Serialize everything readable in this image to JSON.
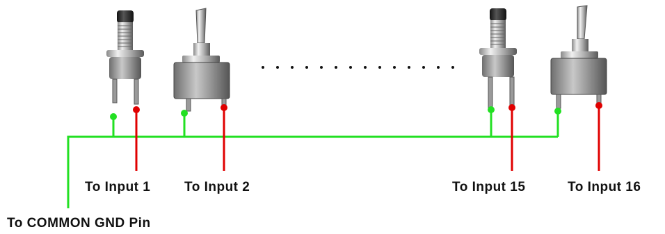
{
  "labels": {
    "input_1": "To Input 1",
    "input_2": "To Input 2",
    "input_15": "To Input 15",
    "input_16": "To Input 16",
    "common_gnd": "To COMMON GND Pin"
  },
  "switches": [
    {
      "type": "pushbutton",
      "input": "To Input 1"
    },
    {
      "type": "toggle",
      "input": "To Input 2"
    },
    {
      "type": "pushbutton",
      "input": "To Input 15"
    },
    {
      "type": "toggle",
      "input": "To Input 16"
    }
  ],
  "colors": {
    "ground_wire": "#22e022",
    "input_wire": "#e00000",
    "text": "#111111"
  },
  "icons": [
    "pushbutton-switch-icon",
    "toggle-switch-icon"
  ]
}
